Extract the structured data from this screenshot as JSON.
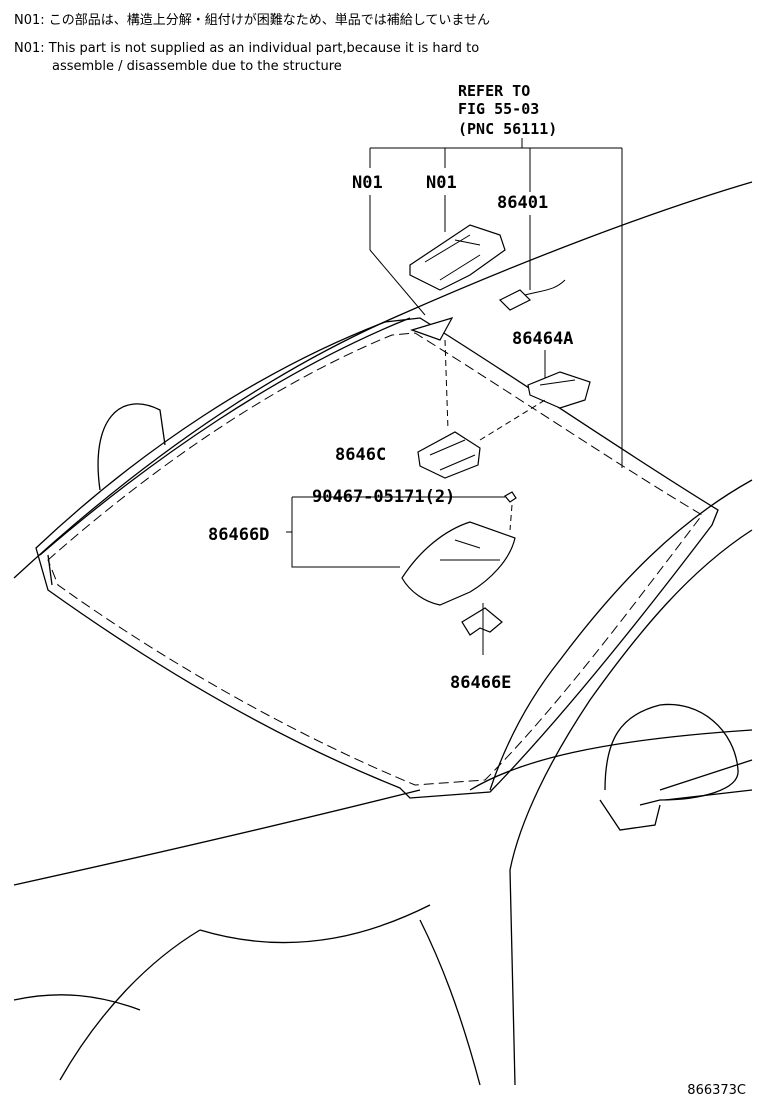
{
  "notes": {
    "jp": "N01: この部品は、構造上分解・組付けが困難なため、単品では補給していません",
    "en_line1": "N01: This part is not supplied as an individual part,because it is hard to",
    "en_line2": "assemble / disassemble due to the structure"
  },
  "reference": {
    "line1": "REFER TO",
    "line2": "FIG 55-03",
    "line3": "(PNC 56111)"
  },
  "labels": {
    "n01_a": "N01",
    "n01_b": "N01",
    "p86401": "86401",
    "p86464A": "86464A",
    "p8646C": "8646C",
    "p90467": "90467-05171(2)",
    "p86466D": "86466D",
    "p86466E": "86466E"
  },
  "figure_code": "866373C"
}
